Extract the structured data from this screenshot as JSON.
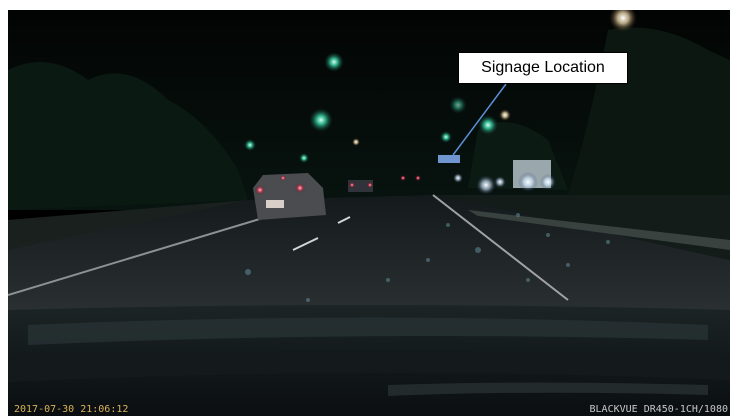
{
  "callout": {
    "label": "Signage Location"
  },
  "overlay": {
    "timestamp": "2017-07-30 21:06:12",
    "camera": "BLACKVUE DR450-1CH/1080"
  },
  "colors": {
    "callout_border": "#000000",
    "callout_arrow": "#5a8fd8",
    "timestamp_text": "#d8b25a",
    "camera_text": "#c8c8c8"
  }
}
